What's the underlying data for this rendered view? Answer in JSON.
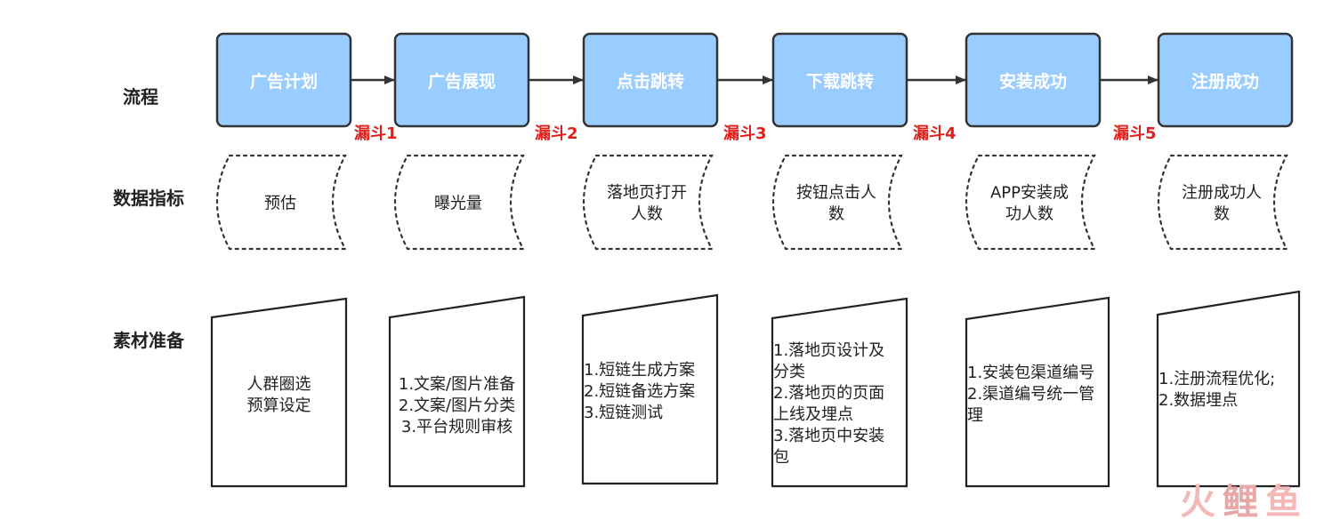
{
  "row_labels": [
    "流程",
    "数据指标",
    "素材准备"
  ],
  "colors": {
    "process_fill": "#99ccff",
    "process_stroke": "#333333",
    "funnel": "#e0201c",
    "arrow": "#333333"
  },
  "process": [
    "广告计划",
    "广告展现",
    "点击跳转",
    "下载跳转",
    "安装成功",
    "注册成功"
  ],
  "funnels": [
    "漏斗1",
    "漏斗2",
    "漏斗3",
    "漏斗4",
    "漏斗5"
  ],
  "metrics": [
    [
      "预估"
    ],
    [
      "曝光量"
    ],
    [
      "落地页打开",
      "人数"
    ],
    [
      "按钮点击人",
      "数"
    ],
    [
      "APP安装成",
      "功人数"
    ],
    [
      "注册成功人",
      "数"
    ]
  ],
  "materials": [
    [
      "人群圈选",
      "预算设定"
    ],
    [
      "1.文案/图片准备",
      "2.文案/图片分类",
      "3.平台规则审核"
    ],
    [
      "1.短链生成方案",
      "2.短链备选方案",
      "3.短链测试"
    ],
    [
      "1.落地页设计及",
      "分类",
      "2.落地页的页面",
      "上线及埋点",
      "3.落地页中安装",
      "包"
    ],
    [
      "1.安装包渠道编号",
      "2.渠道编号统一管",
      "理"
    ],
    [
      "1.注册流程优化;",
      "2.数据埋点"
    ]
  ],
  "watermark": [
    "火",
    "鲤",
    "鱼"
  ]
}
